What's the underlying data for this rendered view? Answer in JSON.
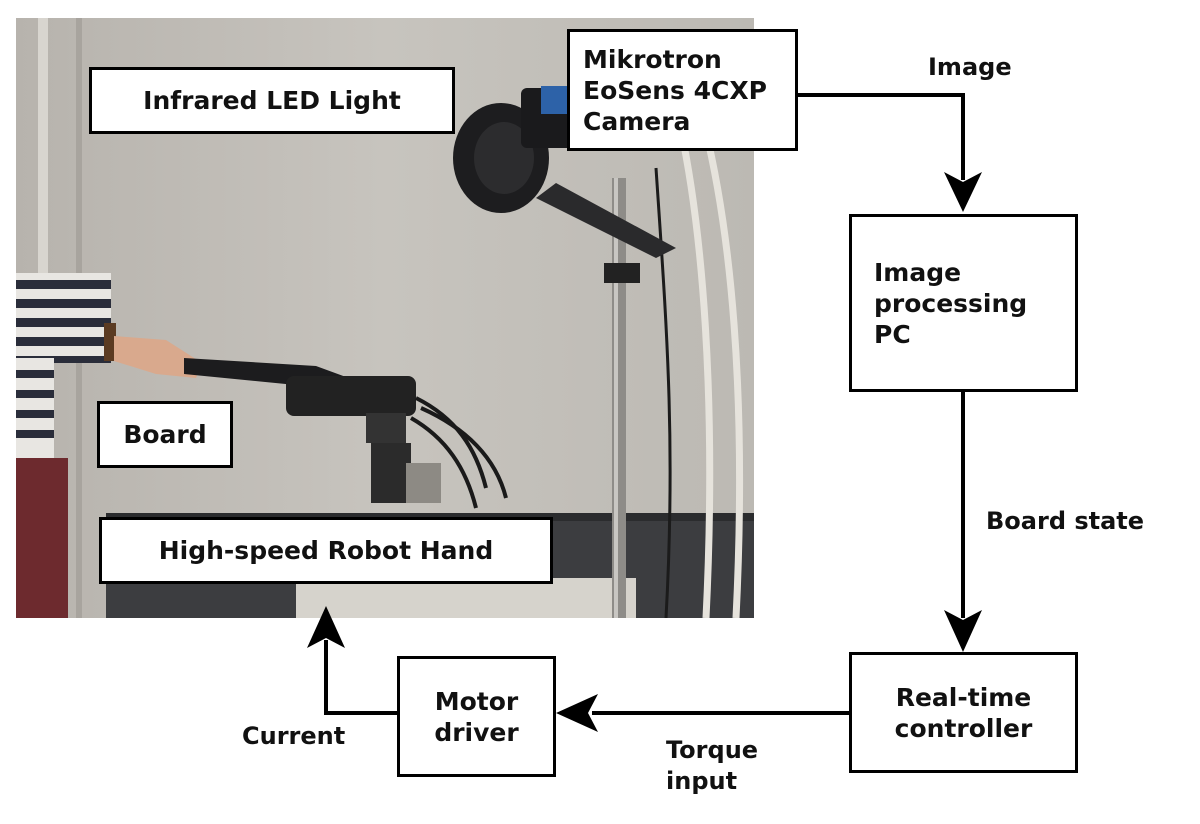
{
  "photo": {
    "content": "Experimental setup: person holding a board on a high-speed robot hand, with infrared LED light and camera mounted on a pole"
  },
  "labels_on_photo": {
    "infrared": "Infrared LED Light",
    "board": "Board",
    "robot_hand": "High-speed Robot Hand"
  },
  "blocks": {
    "camera": [
      "Mikrotron",
      "EoSens 4CXP",
      "Camera"
    ],
    "image_pc": [
      "Image",
      "processing",
      "PC"
    ],
    "controller": [
      "Real-time",
      "controller"
    ],
    "motor_driver": [
      "Motor",
      "driver"
    ]
  },
  "edges": {
    "image": "Image",
    "board_state": "Board state",
    "torque_line1": "Torque",
    "torque_line2": "input",
    "current": "Current"
  }
}
